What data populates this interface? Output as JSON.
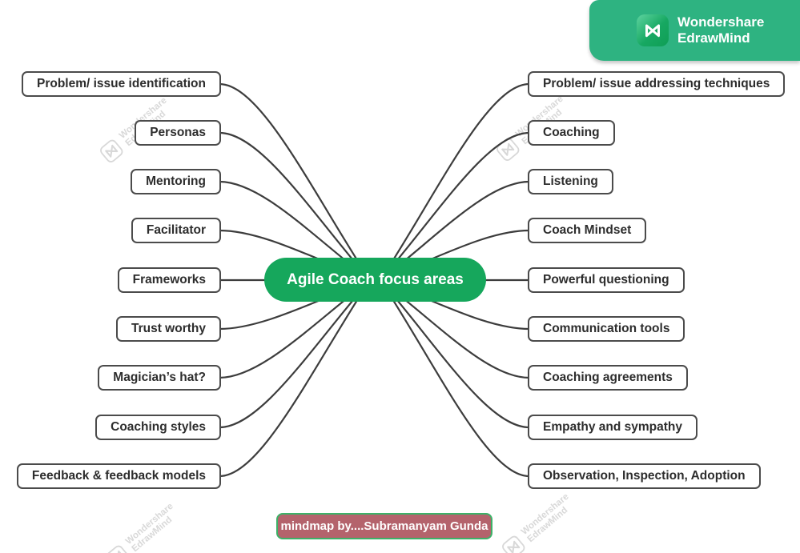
{
  "branding": {
    "line1": "Wondershare",
    "line2": "EdrawMind"
  },
  "watermark": {
    "line1": "Wondershare",
    "line2": "EdrawMind"
  },
  "mindmap": {
    "center": {
      "label": "Agile Coach focus areas"
    },
    "left_topics": [
      "Problem/ issue identification",
      "Personas",
      "Mentoring",
      "Facilitator",
      "Frameworks",
      "Trust worthy",
      "Magician’s hat?",
      "Coaching styles",
      "Feedback & feedback models"
    ],
    "right_topics": [
      "Problem/ issue addressing techniques",
      "Coaching",
      "Listening",
      "Coach Mindset",
      "Powerful questioning",
      "Communication tools",
      "Coaching agreements",
      "Empathy and sympathy",
      "Observation, Inspection, Adoption"
    ],
    "credit": {
      "label": "mindmap by....Subramanyam Gunda"
    }
  },
  "colors": {
    "center-bg": "#16a75c",
    "center-text": "#ffffff",
    "banner-bg": "#2eb381",
    "banner-text": "#ffffff",
    "node-border": "#4b4b4b",
    "node-bg": "#ffffff",
    "node-text": "#2d2d2d",
    "edge": "#3d3d3d",
    "credit-bg": "#b4636c",
    "credit-border": "#3db168",
    "credit-text": "#ffffff",
    "watermark": "#b9b9b9"
  }
}
